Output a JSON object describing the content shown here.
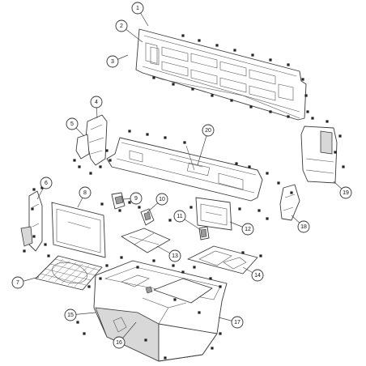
{
  "diagram": {
    "type": "exploded-parts-view",
    "callouts": [
      {
        "id": "c1",
        "label": "1"
      },
      {
        "id": "c2",
        "label": "2"
      },
      {
        "id": "c3",
        "label": "3"
      },
      {
        "id": "c4",
        "label": "4"
      },
      {
        "id": "c5",
        "label": "5"
      },
      {
        "id": "c6",
        "label": "6"
      },
      {
        "id": "c7",
        "label": "7"
      },
      {
        "id": "c8",
        "label": "8"
      },
      {
        "id": "c9",
        "label": "9"
      },
      {
        "id": "c10",
        "label": "10"
      },
      {
        "id": "c11",
        "label": "11"
      },
      {
        "id": "c12",
        "label": "12"
      },
      {
        "id": "c13",
        "label": "13"
      },
      {
        "id": "c14",
        "label": "14"
      },
      {
        "id": "c15",
        "label": "15"
      },
      {
        "id": "c16",
        "label": "16"
      },
      {
        "id": "c17",
        "label": "17"
      },
      {
        "id": "c18",
        "label": "18"
      },
      {
        "id": "c19",
        "label": "19"
      },
      {
        "id": "c20",
        "label": "20"
      }
    ]
  }
}
